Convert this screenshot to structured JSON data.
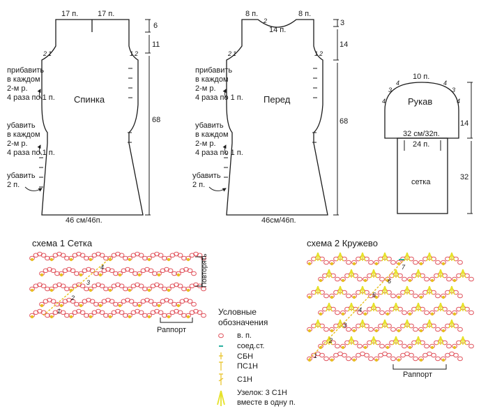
{
  "back": {
    "title": "Спинка",
    "top_left": "17 п.",
    "top_right": "17 п.",
    "bottom": "46 см/46п.",
    "dim_top1": "6",
    "dim_top2": "11",
    "dim_height": "68",
    "increase": [
      "прибавить",
      "в каждом",
      "2-м р.",
      "4 раза по 1 п."
    ],
    "decrease": [
      "убавить",
      "в каждом",
      "2-м р.",
      "4 раза по 1 п."
    ],
    "decrease2": [
      "убавить",
      "2 п."
    ],
    "armhole_marks": [
      "2",
      "1",
      "1",
      "2"
    ]
  },
  "front": {
    "title": "Перед",
    "top_left": "8 п.",
    "top_right": "8 п.",
    "neck": "14 п.",
    "neck_mark": "2",
    "bottom": "46см/46п.",
    "dim_top1": "3",
    "dim_top2": "14",
    "dim_height": "68",
    "increase": [
      "прибавить",
      "в каждом",
      "2-м р.",
      "4 раза по 1 п."
    ],
    "decrease": [
      "убавить",
      "в каждом",
      "2-м р.",
      "4 раза по 1 п."
    ],
    "decrease2": [
      "убавить",
      "2 п."
    ],
    "armhole_marks": [
      "2",
      "1",
      "1",
      "2"
    ]
  },
  "sleeve": {
    "title": "Рукав",
    "top": "10 п.",
    "cap_marks": [
      "4",
      "3",
      "4",
      "4",
      "3",
      "4"
    ],
    "width": "32 см/32п.",
    "inner": "24 п.",
    "dim_cap": "14",
    "dim_sleeve": "32",
    "fabric": "сетка"
  },
  "scheme1": {
    "title": "схема 1 Сетка",
    "repeat_rows": "Повторять",
    "rapport": "Раппорт",
    "row_numbers": [
      "1",
      "2",
      "3",
      "4"
    ]
  },
  "scheme2": {
    "title": "схема 2 Кружево",
    "rapport": "Раппорт",
    "row_numbers": [
      "1",
      "2",
      "3",
      "4",
      "5",
      "6",
      "7"
    ]
  },
  "legend": {
    "title": [
      "Условные",
      "обозначения"
    ],
    "items": [
      {
        "icon": "chain-stitch-icon",
        "label": "в. п."
      },
      {
        "icon": "slip-stitch-icon",
        "label": "соед.ст."
      },
      {
        "icon": "single-crochet-icon",
        "label": "СБН"
      },
      {
        "icon": "half-double-crochet-icon",
        "label": "ПС1Н"
      },
      {
        "icon": "double-crochet-icon",
        "label": "С1Н"
      },
      {
        "icon": "cluster-icon",
        "label": "Узелок: 3 С1Н"
      }
    ],
    "cluster_note": "вместе в одну п."
  },
  "colors": {
    "line": "#1a1a1a",
    "chain": "#e0505a",
    "dc": "#e8c020",
    "cluster": "#e6e22a",
    "slip": "#2ab0a0"
  }
}
